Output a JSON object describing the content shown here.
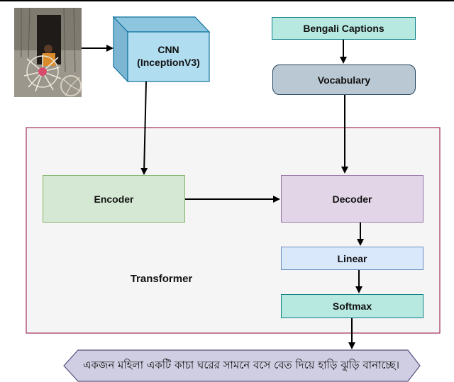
{
  "nodes": {
    "cnn": "CNN\n(InceptionV3)",
    "bengali_captions": "Bengali Captions",
    "vocabulary": "Vocabulary",
    "encoder": "Encoder",
    "decoder": "Decoder",
    "linear": "Linear",
    "softmax": "Softmax",
    "transformer": "Transformer"
  },
  "output_caption": "একজন মহিলা একটি কাচা ঘরের সামনে বসে বেত দিয়ে হাড়ি ঝুড়ি বানাচ্ছে।",
  "colors": {
    "cnn_fill": "#b1ddf0",
    "captions_fill": "#b7e9e1",
    "vocabulary_fill": "#bac8d3",
    "encoder_fill": "#d5e8d4",
    "decoder_fill": "#e1d5e7",
    "linear_fill": "#dae8fc",
    "softmax_fill": "#b7e9e1",
    "transformer_border": "#a0305e",
    "output_fill": "#d0cee2"
  }
}
